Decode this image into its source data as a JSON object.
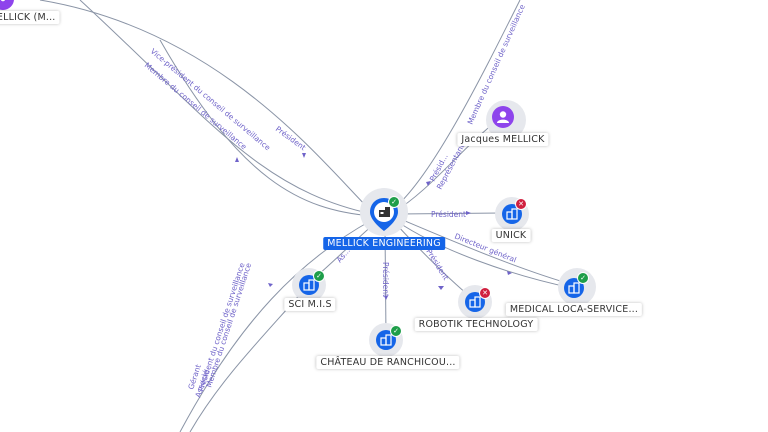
{
  "nodes": {
    "main": {
      "label": "MELLICK ENGINEERING",
      "status": "active",
      "icon": "building-icon"
    },
    "mellick_top": {
      "label": "MELLICK (M...",
      "icon": "person-icon"
    },
    "jacques": {
      "label": "Jacques MELLICK",
      "icon": "person-icon"
    },
    "unick": {
      "label": "UNICK",
      "status": "closed",
      "icon": "building-icon"
    },
    "medical": {
      "label": "MEDICAL LOCA-SERVICE...",
      "status": "active",
      "icon": "building-icon"
    },
    "robotik": {
      "label": "ROBOTIK TECHNOLOGY",
      "status": "closed",
      "icon": "building-icon"
    },
    "chateau": {
      "label": "CHÂTEAU DE RANCHICOU...",
      "status": "active",
      "icon": "building-icon"
    },
    "scimis": {
      "label": "SCI M.I.S",
      "status": "active",
      "icon": "building-icon"
    }
  },
  "edges": {
    "top_president": "Président",
    "top_vp": "Vice-président du conseil de surveillance",
    "top_membre": "Membre du conseil de surveillance",
    "jacques_membre": "Membre du conseil de surveillance",
    "jacques_pres": "Présid...",
    "jacques_rep": "Représentant P...",
    "unick": "Président",
    "medical": "Directeur général",
    "robotik": "Président",
    "chateau": "Président",
    "scimis": "As...",
    "bl_membre": "Membre du conseil de surveillance",
    "bl_pres": "Président du conseil de surveillance",
    "bl_gerant": "Gérant",
    "bl_associe": "Associé"
  },
  "colors": {
    "company": "#1565e8",
    "person": "#8e44ec",
    "active": "#1e9e49",
    "closed": "#d0203f",
    "edge_label": "#6f63c9"
  }
}
